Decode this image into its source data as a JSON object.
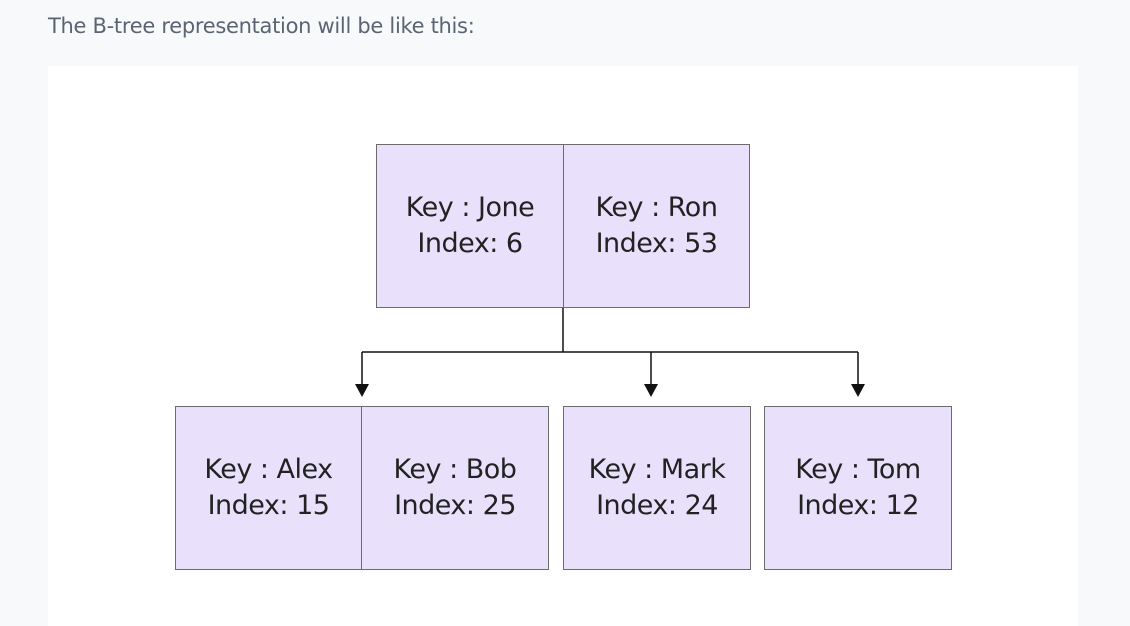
{
  "intro_text": "The B-tree representation will be like this:",
  "root": {
    "cells": [
      {
        "key": "Key : Jone",
        "index": "Index: 6"
      },
      {
        "key": "Key : Ron",
        "index": "Index: 53"
      }
    ]
  },
  "children": [
    {
      "cells": [
        {
          "key": "Key : Alex",
          "index": "Index: 15"
        },
        {
          "key": "Key : Bob",
          "index": "Index: 25"
        }
      ]
    },
    {
      "cells": [
        {
          "key": "Key : Mark",
          "index": "Index: 24"
        }
      ]
    },
    {
      "cells": [
        {
          "key": "Key : Tom",
          "index": "Index: 12"
        }
      ]
    }
  ],
  "colors": {
    "node_fill": "#e9e1fc",
    "node_border": "#6b6b6b",
    "edge": "#111111"
  }
}
